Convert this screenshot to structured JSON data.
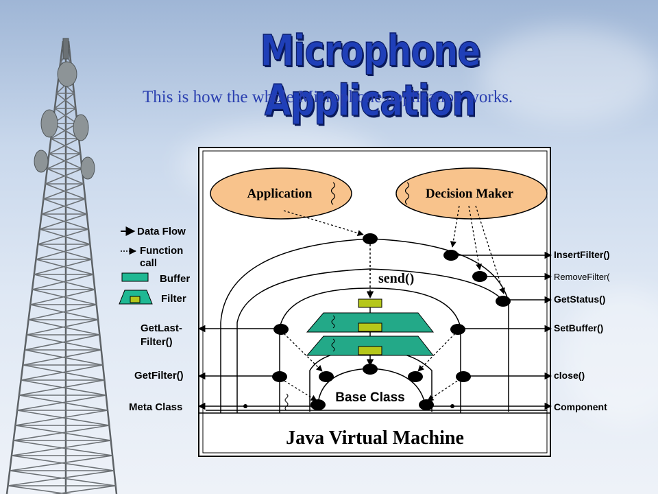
{
  "slide": {
    "title": "Microphone Application",
    "subtitle": "This is how the whole Microphone application works."
  },
  "legend": {
    "data_flow": "Data Flow",
    "function_call_line1": "Function",
    "function_call_line2": "call",
    "buffer": "Buffer",
    "filter": "Filter"
  },
  "left_labels": {
    "get_last_filter_line1": "GetLast-",
    "get_last_filter_line2": "Filter()",
    "get_filter": "GetFilter()",
    "meta_class": "Meta Class"
  },
  "right_labels": {
    "insert_filter": "InsertFilter()",
    "remove_filter": "RemoveFilter(",
    "get_status": "GetStatus()",
    "set_buffer": "SetBuffer()",
    "close": "close()",
    "component": "Component"
  },
  "nodes": {
    "application": "Application",
    "decision_maker": "Decision Maker",
    "send": "send()",
    "base_class": "Base Class",
    "jvm": "Java Virtual Machine"
  },
  "colors": {
    "title": "#1f3fb8",
    "subtitle": "#2a3fb0",
    "ellipse_fill": "#f8c38c",
    "buffer_fill": "#b5c71a",
    "filter_fill": "#23a988",
    "legend_green": "#1fb893",
    "diagram_bg": "#ffffff"
  }
}
